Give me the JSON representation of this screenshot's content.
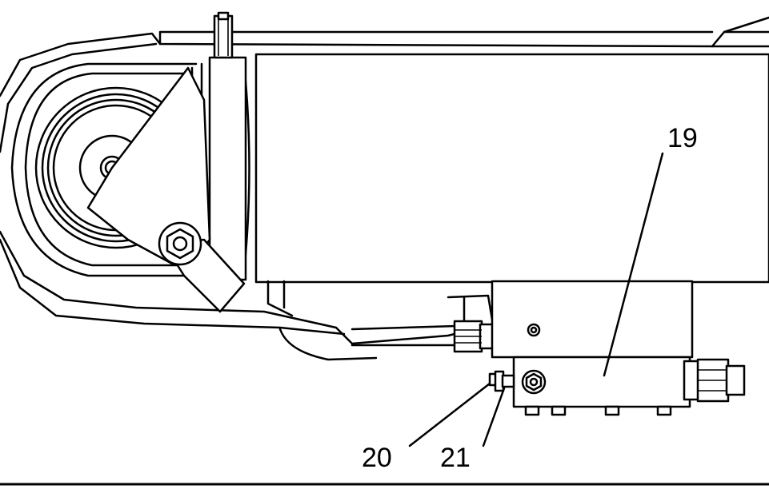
{
  "callouts": {
    "c19": "19",
    "c20": "20",
    "c21": "21"
  },
  "colors": {
    "line": "#000000",
    "background": "#ffffff"
  }
}
